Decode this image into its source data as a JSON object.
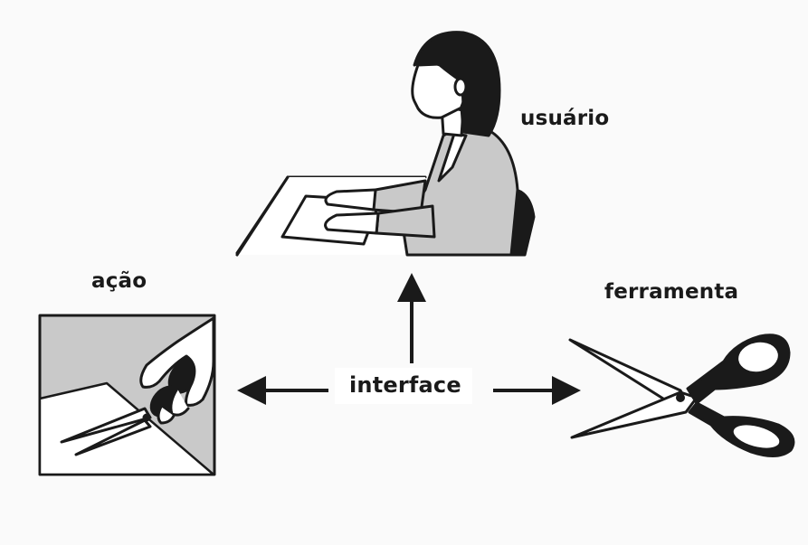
{
  "labels": {
    "user": "usuário",
    "action": "ação",
    "tool": "ferramenta",
    "interface": "interface"
  },
  "nodes": [
    {
      "id": "user",
      "icon": "person-at-desk-icon"
    },
    {
      "id": "action",
      "icon": "hand-cutting-paper-icon"
    },
    {
      "id": "tool",
      "icon": "scissors-icon"
    },
    {
      "id": "interface",
      "icon": null
    }
  ],
  "edges": [
    {
      "from": "interface",
      "to": "user"
    },
    {
      "from": "interface",
      "to": "action"
    },
    {
      "from": "interface",
      "to": "tool"
    }
  ],
  "colors": {
    "background": "#fafafa",
    "ink": "#1a1a1a",
    "fill_gray": "#c9c9c9",
    "paper": "#ffffff"
  }
}
